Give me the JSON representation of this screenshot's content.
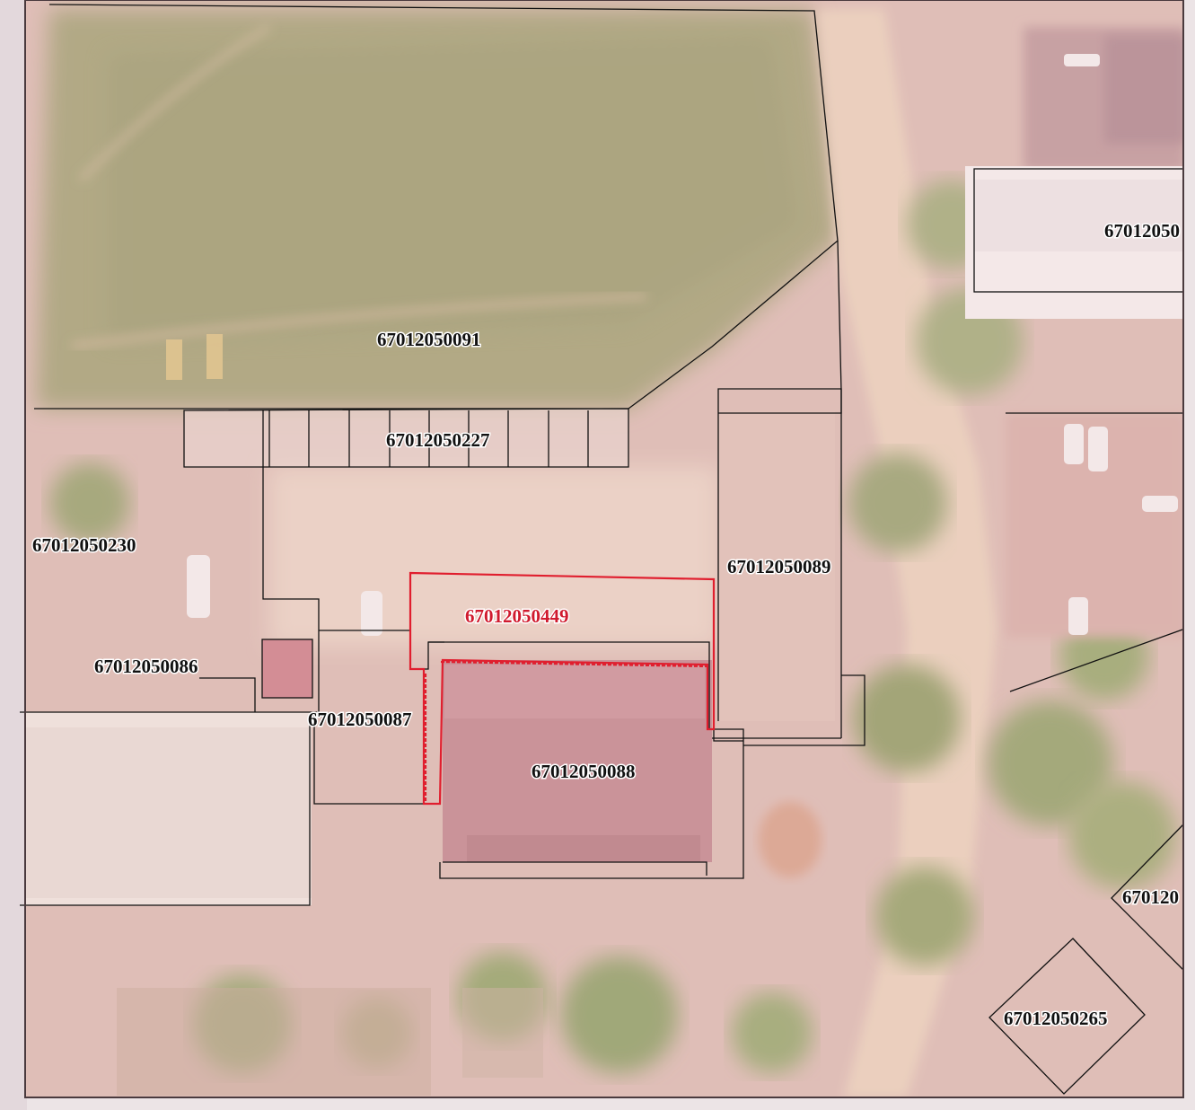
{
  "map": {
    "highlight_color": "#e01e2e",
    "boundary_color": "#111111",
    "parcels": [
      {
        "id": "p0091",
        "label": "67012050091"
      },
      {
        "id": "p0227",
        "label": "67012050227"
      },
      {
        "id": "p0230",
        "label": "67012050230"
      },
      {
        "id": "p0089",
        "label": "67012050089"
      },
      {
        "id": "p0449",
        "label": "67012050449",
        "highlighted": true
      },
      {
        "id": "p0086",
        "label": "67012050086"
      },
      {
        "id": "p0087",
        "label": "67012050087"
      },
      {
        "id": "p0088",
        "label": "67012050088"
      },
      {
        "id": "p0265",
        "label": "67012050265"
      },
      {
        "id": "ptopright",
        "label": "67012050"
      },
      {
        "id": "pright",
        "label": "670120"
      }
    ]
  }
}
